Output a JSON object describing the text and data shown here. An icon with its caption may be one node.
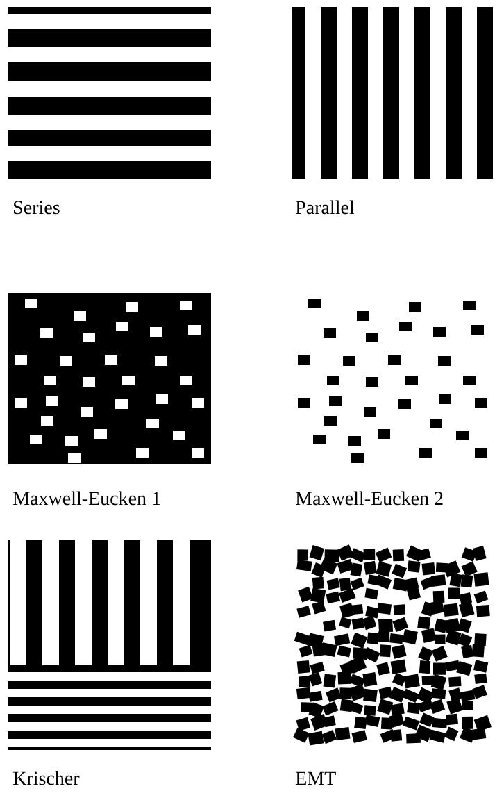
{
  "diagram": {
    "labels": [
      "Series",
      "Parallel",
      "Maxwell-Eucken 1",
      "Maxwell-Eucken 2",
      "Krischer",
      "EMT"
    ]
  }
}
